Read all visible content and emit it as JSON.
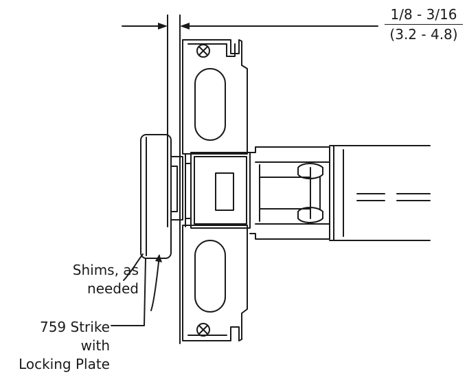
{
  "dimension": {
    "imperial": "1/8 - 3/16",
    "metric": "(3.2 - 4.8)"
  },
  "labels": {
    "shims_line1": "Shims, as",
    "shims_line2": "needed",
    "strike_line1": "759 Strike",
    "strike_line2": "with",
    "strike_line3": "Locking Plate"
  },
  "colors": {
    "ink": "#1a1a1a",
    "background": "#ffffff"
  }
}
